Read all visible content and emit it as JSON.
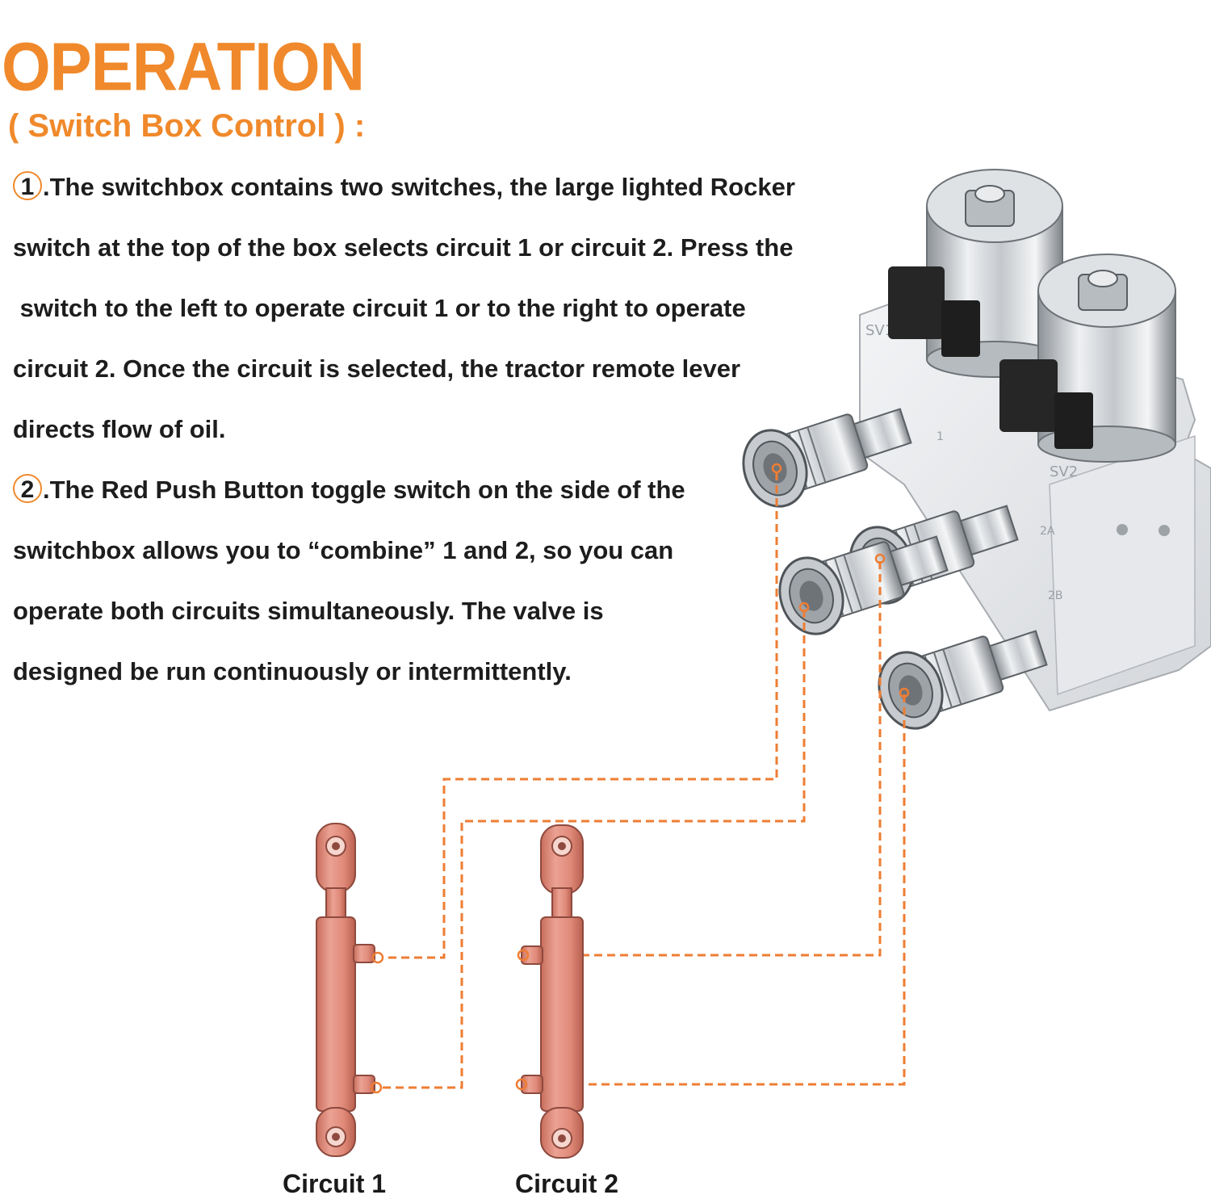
{
  "header": {
    "title": "OPERATION",
    "subtitle": "( Switch Box Control ) :"
  },
  "steps": [
    {
      "number": "1",
      "lines": [
        ".The switchbox contains two switches, the large lighted Rocker",
        "switch at the top of the box selects circuit 1 or circuit 2. Press the",
        " switch to the left to operate circuit 1 or to the right to operate",
        "circuit 2. Once the circuit is selected, the tractor remote lever",
        "directs flow of oil."
      ]
    },
    {
      "number": "2",
      "lines": [
        ".The Red Push Button toggle switch on the side of the",
        "switchbox allows you to “combine” 1 and 2, so you can",
        "operate both circuits simultaneously. The valve is",
        "designed be run continuously or intermittently."
      ]
    }
  ],
  "valve": {
    "solenoid_labels": [
      "SV1",
      "SV2"
    ],
    "port_labels": [
      "1",
      "2A",
      "2B"
    ]
  },
  "cylinders": [
    {
      "label": "Circuit 1"
    },
    {
      "label": "Circuit 2"
    }
  ],
  "colors": {
    "accent": "#f0892b",
    "cylinder": "#e59080",
    "hose_line": "#ee7d33",
    "text": "#1d1d1d"
  }
}
